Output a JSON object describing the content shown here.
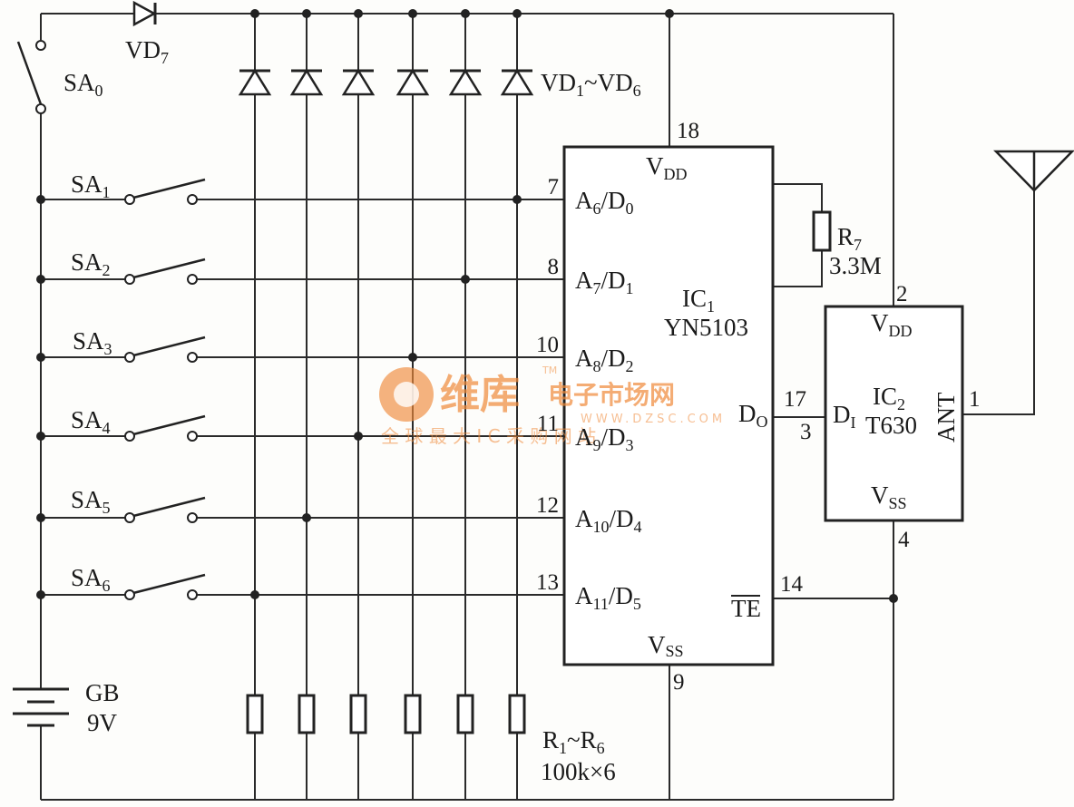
{
  "switches": [
    {
      "name": "SA",
      "sub": "0"
    },
    {
      "name": "SA",
      "sub": "1"
    },
    {
      "name": "SA",
      "sub": "2"
    },
    {
      "name": "SA",
      "sub": "3"
    },
    {
      "name": "SA",
      "sub": "4"
    },
    {
      "name": "SA",
      "sub": "5"
    },
    {
      "name": "SA",
      "sub": "6"
    }
  ],
  "diodes": {
    "vd7": {
      "name": "VD",
      "sub": "7"
    },
    "group": {
      "a": "VD",
      "a_sub": "1",
      "sep": "~",
      "b": "VD",
      "b_sub": "6"
    }
  },
  "resistors": {
    "group": {
      "a": "R",
      "a_sub": "1",
      "sep": "~",
      "b": "R",
      "b_sub": "6",
      "value": "100k×6"
    },
    "r7": {
      "name": "R",
      "sub": "7",
      "value": "3.3M"
    }
  },
  "battery": {
    "name": "GB",
    "value": "9V"
  },
  "ic1": {
    "name": "IC",
    "sub": "1",
    "part": "YN5103",
    "vdd": {
      "main": "V",
      "sub": "DD"
    },
    "vss": {
      "main": "V",
      "sub": "SS"
    },
    "dout": {
      "main": "D",
      "sub": "O"
    },
    "te": "TE",
    "pins": {
      "vdd": "18",
      "vss": "9",
      "dout": "17",
      "te": "14"
    },
    "inputs": [
      {
        "pin": "7",
        "a": "A",
        "asub": "6",
        "d": "D",
        "dsub": "0"
      },
      {
        "pin": "8",
        "a": "A",
        "asub": "7",
        "d": "D",
        "dsub": "1"
      },
      {
        "pin": "10",
        "a": "A",
        "asub": "8",
        "d": "D",
        "dsub": "2"
      },
      {
        "pin": "11",
        "a": "A",
        "asub": "9",
        "d": "D",
        "dsub": "3"
      },
      {
        "pin": "12",
        "a": "A",
        "asub": "10",
        "d": "D",
        "dsub": "4"
      },
      {
        "pin": "13",
        "a": "A",
        "asub": "11",
        "d": "D",
        "dsub": "5"
      }
    ]
  },
  "ic2": {
    "name": "IC",
    "sub": "2",
    "part": "T630",
    "vdd": {
      "main": "V",
      "sub": "DD"
    },
    "vss": {
      "main": "V",
      "sub": "SS"
    },
    "din": {
      "main": "D",
      "sub": "I"
    },
    "ant": "ANT",
    "pins": {
      "vdd": "2",
      "din": "3",
      "ant": "1",
      "vss": "4"
    }
  },
  "watermark": {
    "brand": "维库",
    "site": "电子市场网",
    "url": "WWW.DZSC.COM",
    "slogan": "全 球 最 大 I C 采 购 网 站",
    "tm": "TM"
  }
}
